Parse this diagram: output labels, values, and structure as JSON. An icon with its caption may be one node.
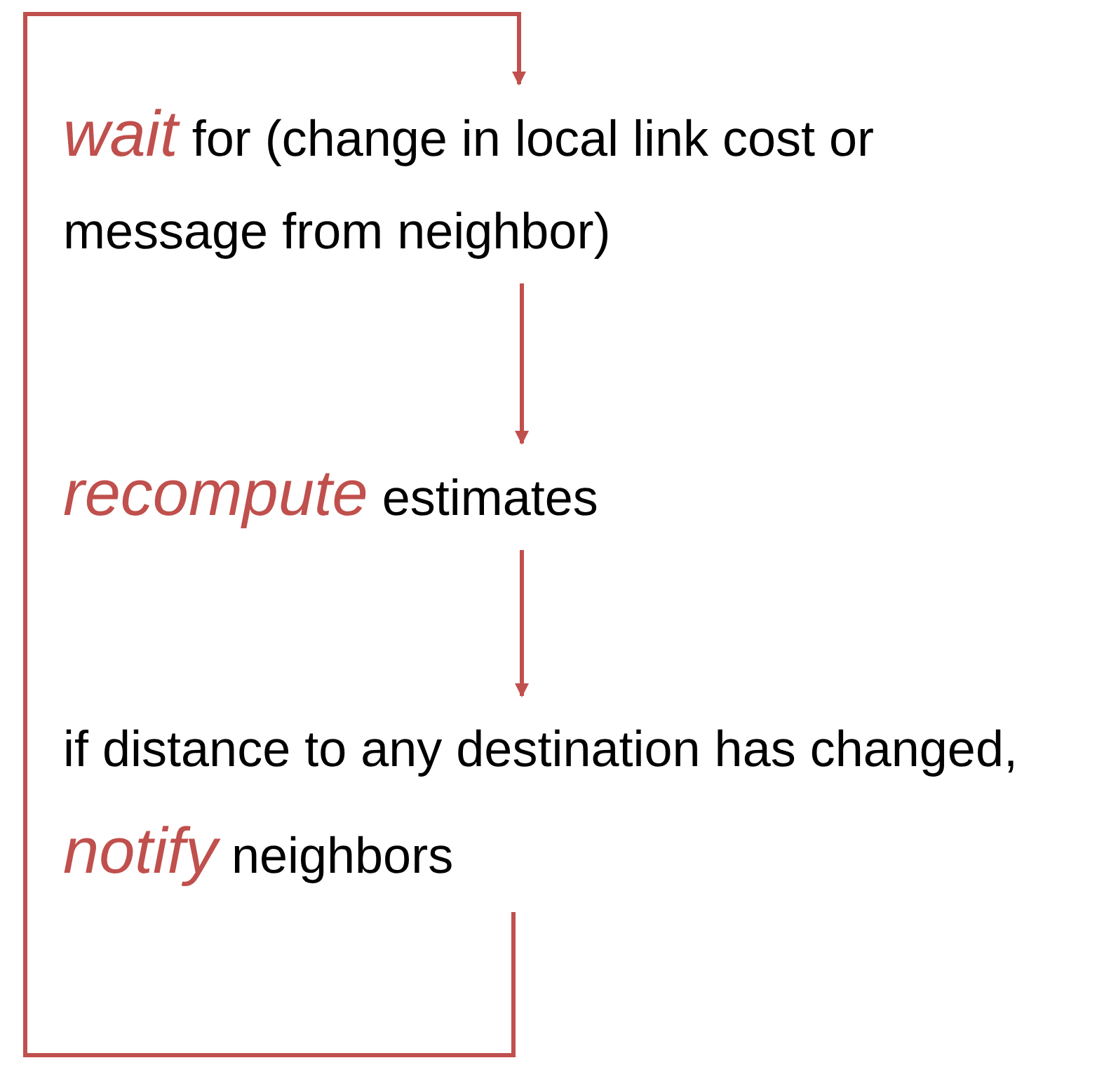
{
  "diagram": {
    "nodes": [
      {
        "text": [
          "*wait* for (change in local link cost or message from neighbor)"
        ]
      },
      {
        "text": [
          "*recompute* estimates"
        ]
      },
      {
        "text": [
          "if distance to any destination has changed, *notify* neighbors"
        ]
      }
    ],
    "edges": [
      {
        "from": 0,
        "to": 1,
        "arrow": "to"
      },
      {
        "from": 1,
        "to": 2,
        "arrow": "to"
      },
      {
        "from": 2,
        "to": 0,
        "arrow": "to"
      }
    ]
  }
}
